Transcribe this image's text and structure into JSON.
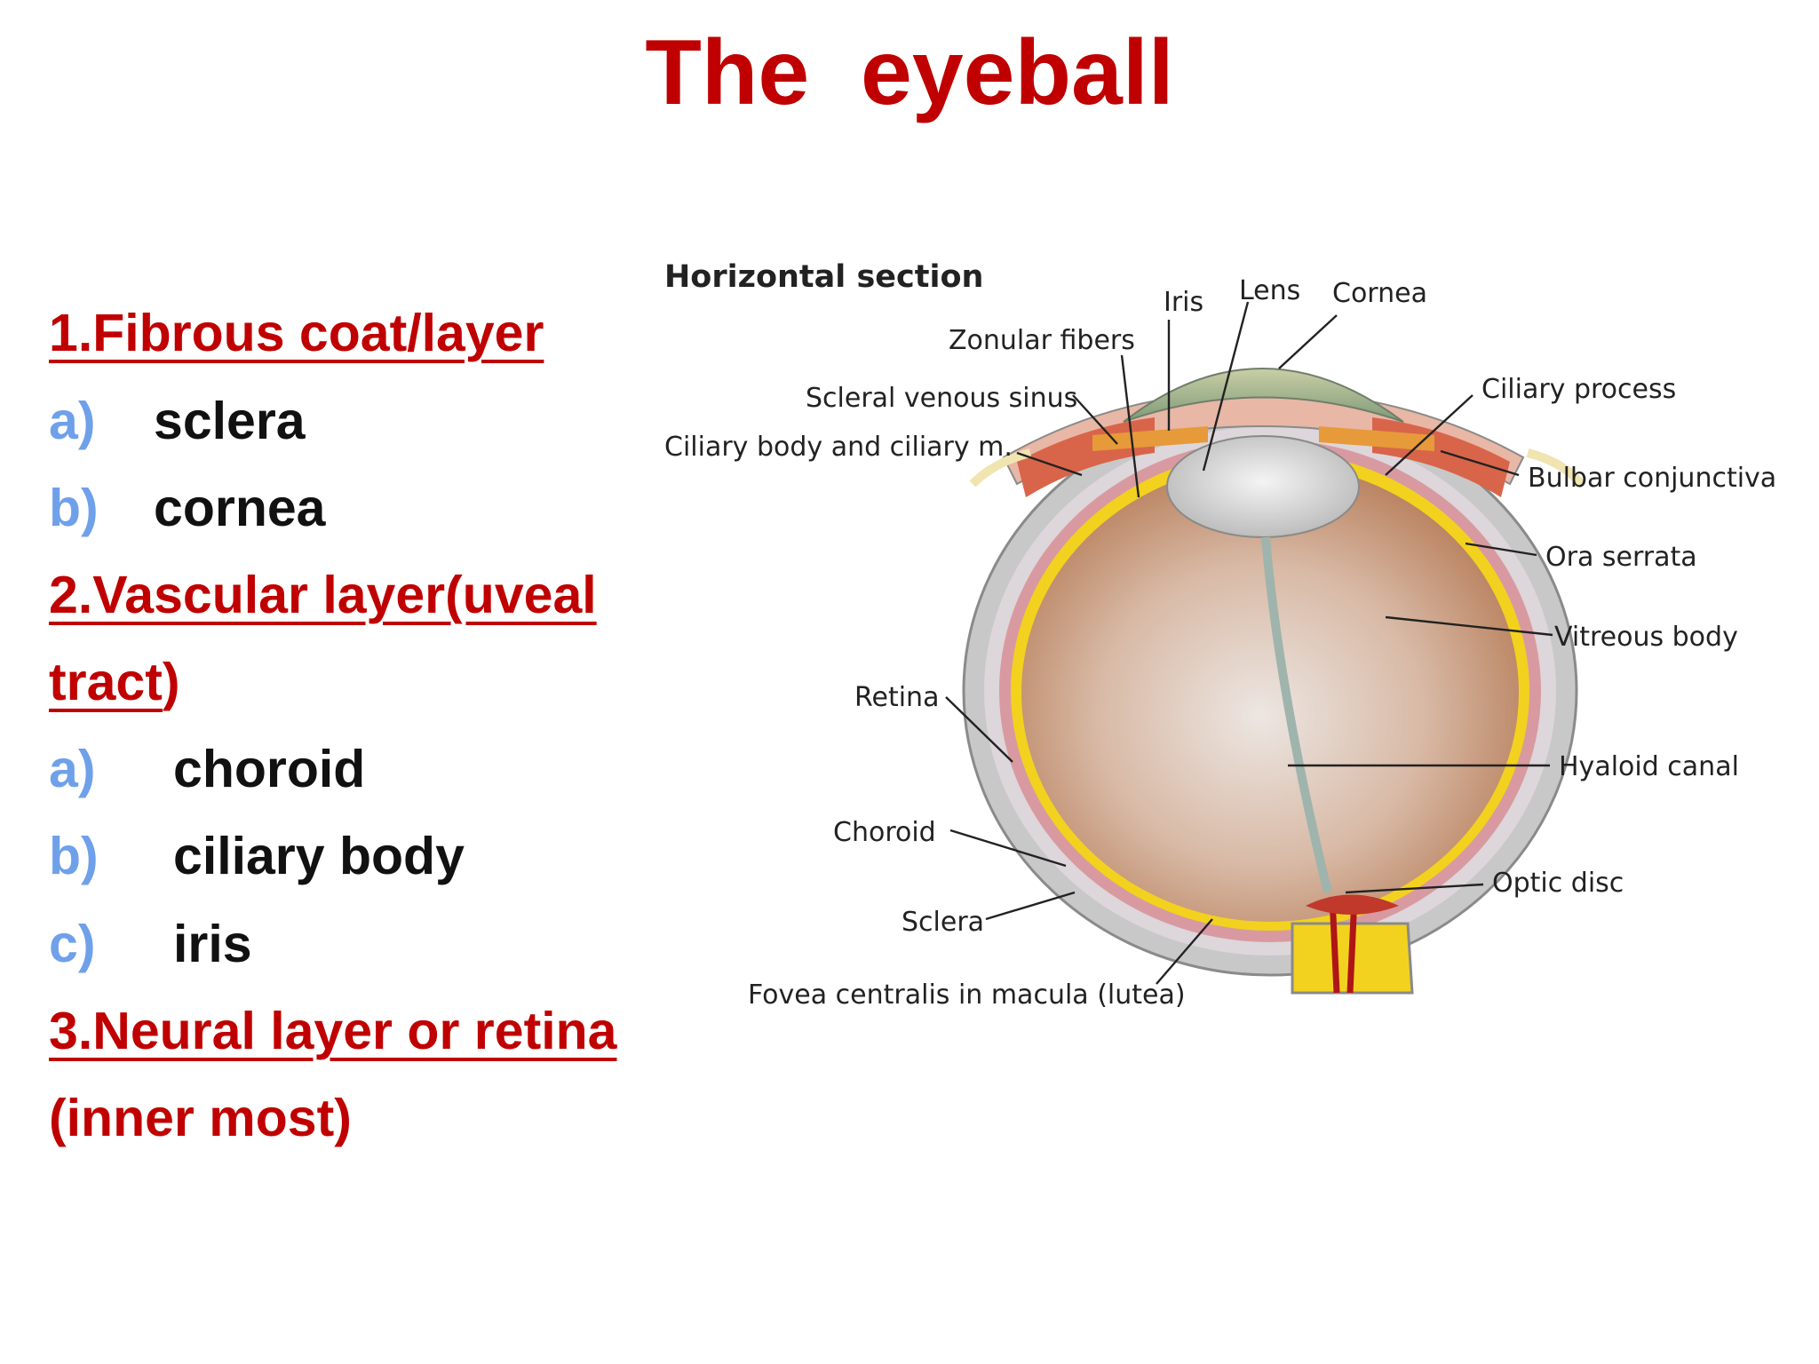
{
  "title": "The  eyeball",
  "list": {
    "fibrous": "1.Fibrous coat/layer",
    "sclera_marker": "a)",
    "sclera": "sclera",
    "cornea_marker": "b)",
    "cornea": "cornea",
    "vascular_1": "2.Vascular layer(uveal",
    "vascular_2": "tract",
    "vascular_2_tail": ")",
    "choroid_marker": "a)",
    "choroid": "choroid",
    "ciliary_marker": "b)",
    "ciliary": "ciliary body",
    "iris_marker": "c)",
    "iris": "iris",
    "neural_1": "3.Neural layer or retina",
    "neural_2": "(inner most)"
  },
  "diagram": {
    "title": "Horizontal section",
    "labels": {
      "iris": "Iris",
      "lens": "Lens",
      "cornea": "Cornea",
      "zonular": "Zonular fibers",
      "scleral_sinus": "Scleral venous sinus",
      "ciliary_body": "Ciliary body and ciliary m.",
      "ciliary_process": "Ciliary process",
      "bulbar": "Bulbar conjunctiva",
      "ora": "Ora serrata",
      "vitreous": "Vitreous body",
      "retina": "Retina",
      "hyaloid": "Hyaloid canal",
      "choroid": "Choroid",
      "optic_disc": "Optic disc",
      "sclera": "Sclera",
      "fovea": "Fovea centralis in macula (lutea)"
    }
  },
  "colors": {
    "title": "#c00000",
    "marker": "#6fa0ea",
    "item": "#111111"
  }
}
